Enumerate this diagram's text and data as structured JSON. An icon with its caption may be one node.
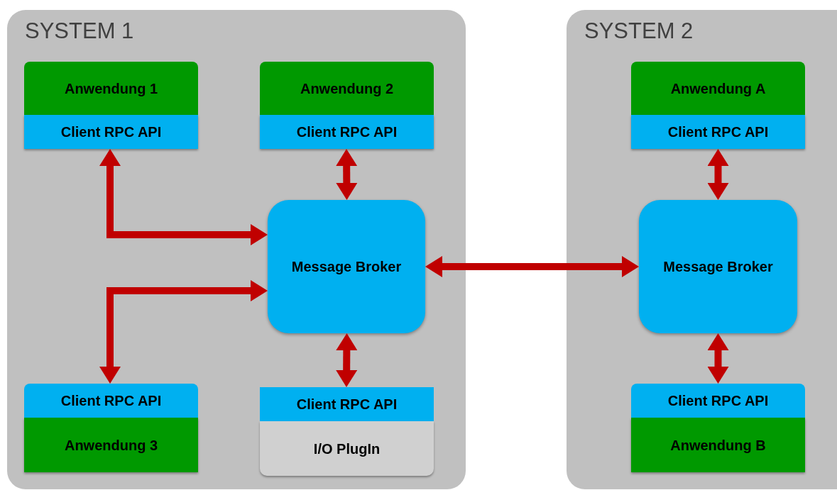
{
  "diagram": {
    "nodes": [
      {
        "text": [
          "SYSTEM 1"
        ]
      },
      {
        "text": [
          "Anwendung 1"
        ],
        "in": 0
      },
      {
        "text": [
          "Client RPC API"
        ],
        "in": 0
      },
      {
        "text": [
          "Anwendung 2"
        ],
        "in": 0
      },
      {
        "text": [
          "Client RPC API"
        ],
        "in": 0
      },
      {
        "text": [
          "Message Broker"
        ],
        "in": 0
      },
      {
        "text": [
          "Client RPC API"
        ],
        "in": 0
      },
      {
        "text": [
          "Anwendung 3"
        ],
        "in": 0
      },
      {
        "text": [
          "Client RPC API"
        ],
        "in": 0
      },
      {
        "text": [
          "I/O PlugIn"
        ],
        "in": 0
      },
      {
        "text": [
          "SYSTEM 2"
        ]
      },
      {
        "text": [
          "Anwendung A"
        ],
        "in": 10
      },
      {
        "text": [
          "Client RPC API"
        ],
        "in": 10
      },
      {
        "text": [
          "Message Broker"
        ],
        "in": 10
      },
      {
        "text": [
          "Client RPC API"
        ],
        "in": 10
      },
      {
        "text": [
          "Anwendung B"
        ],
        "in": 10
      }
    ],
    "edges": [
      {
        "from": 2,
        "to": 5,
        "arrow": "both"
      },
      {
        "from": 4,
        "to": 5,
        "arrow": "both"
      },
      {
        "from": 6,
        "to": 5,
        "arrow": "both"
      },
      {
        "from": 8,
        "to": 5,
        "arrow": "both"
      },
      {
        "from": 5,
        "to": 13,
        "arrow": "both"
      },
      {
        "from": 12,
        "to": 13,
        "arrow": "both"
      },
      {
        "from": 14,
        "to": 13,
        "arrow": "both"
      }
    ]
  }
}
